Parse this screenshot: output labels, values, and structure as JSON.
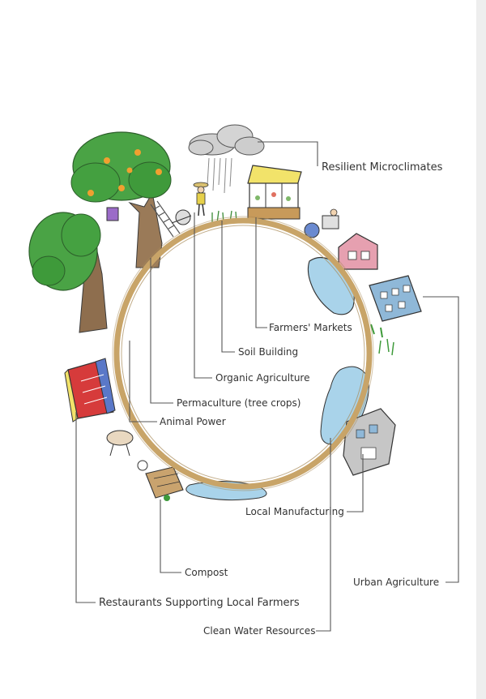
{
  "labels": {
    "resilient_microclimates": "Resilient Microclimates",
    "farmers_markets": "Farmers' Markets",
    "soil_building": "Soil Building",
    "organic_agriculture": "Organic Agriculture",
    "permaculture": "Permaculture (tree crops)",
    "animal_power": "Animal Power",
    "local_manufacturing": "Local Manufacturing",
    "compost": "Compost",
    "urban_agriculture": "Urban Agriculture",
    "restaurants": "Restaurants Supporting Local Farmers",
    "clean_water": "Clean Water Resources"
  },
  "colors": {
    "ring": "#c8a468",
    "leaves": "#3e9a3a",
    "trunk": "#8b6b4a",
    "water": "#a9d3ea",
    "cloud": "#c9c9c9",
    "market_awning": "#f2e36a",
    "restaurant_red": "#d63b3b",
    "restaurant_blue": "#5a78c8",
    "house_pink": "#e6a0b0",
    "building_blue": "#8fb8d8",
    "ink": "#3a3a3a"
  }
}
